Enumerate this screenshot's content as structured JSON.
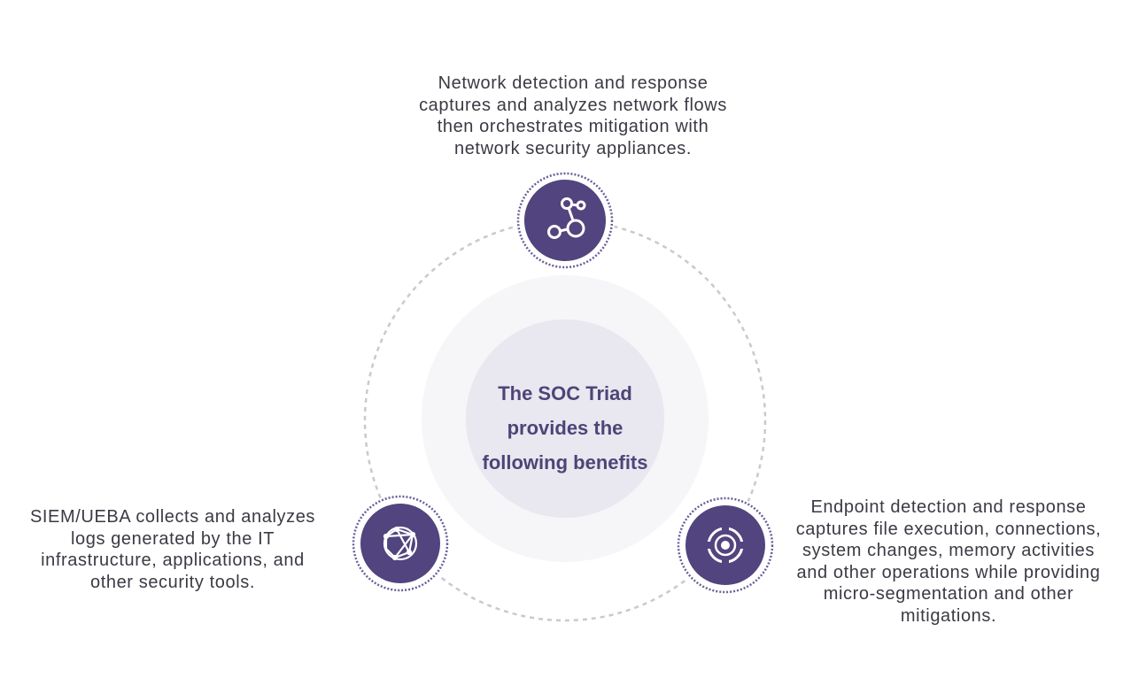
{
  "center": {
    "title": "The SOC Triad\nprovides the\nfollowing benefits"
  },
  "nodes": [
    {
      "id": "ndr",
      "icon": "network-nodes-icon",
      "description": "Network detection and response\ncaptures and analyzes network flows\nthen orchestrates mitigation with\nnetwork security appliances."
    },
    {
      "id": "siem",
      "icon": "globe-network-icon",
      "description": "SIEM/UEBA collects and analyzes\nlogs generated by the IT\ninfrastructure, applications, and\nother security tools."
    },
    {
      "id": "edr",
      "icon": "target-crosshair-icon",
      "description": "Endpoint detection and response\ncaptures file execution, connections,\nsystem changes, memory activities\nand other operations while providing\nmicro-segmentation and other\nmitigations."
    }
  ],
  "colors": {
    "node_fill": "#52447e",
    "node_ring": "#6a5d98",
    "center_text": "#4e4478",
    "inner_disc": "#e9e7ef",
    "outer_disc": "#f6f5f8",
    "orbit": "#c9c9cf",
    "text": "#3a3a44"
  }
}
